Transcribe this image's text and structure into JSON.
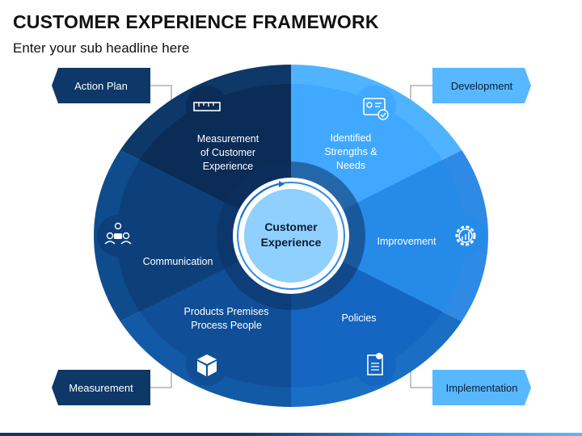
{
  "title": "CUSTOMER EXPERIENCE FRAMEWORK",
  "subtitle": "Enter your sub headline here",
  "center": "Customer\nExperience",
  "tags": {
    "action_plan": "Action Plan",
    "development": "Development",
    "measurement": "Measurement",
    "implementation": "Implementation"
  },
  "segments": {
    "measurement_of_cx": "Measurement\nof Customer\nExperience",
    "identified": "Identified\nStrengths &\nNeeds",
    "improvement": "Improvement",
    "policies": "Policies",
    "products": "Products Premises\nProcess People",
    "communication": "Communication"
  },
  "colors": {
    "navy": "#0d3868",
    "dark_blue": "#0f4c8d",
    "mid_blue": "#1a6fc4",
    "bright_blue": "#2f8ae6",
    "light_blue": "#4fb3ff",
    "pale_blue": "#8fd0ff"
  },
  "icons": [
    "ruler-icon",
    "profile-card-icon",
    "gear-chart-icon",
    "document-check-icon",
    "cube-icon",
    "team-icon"
  ]
}
